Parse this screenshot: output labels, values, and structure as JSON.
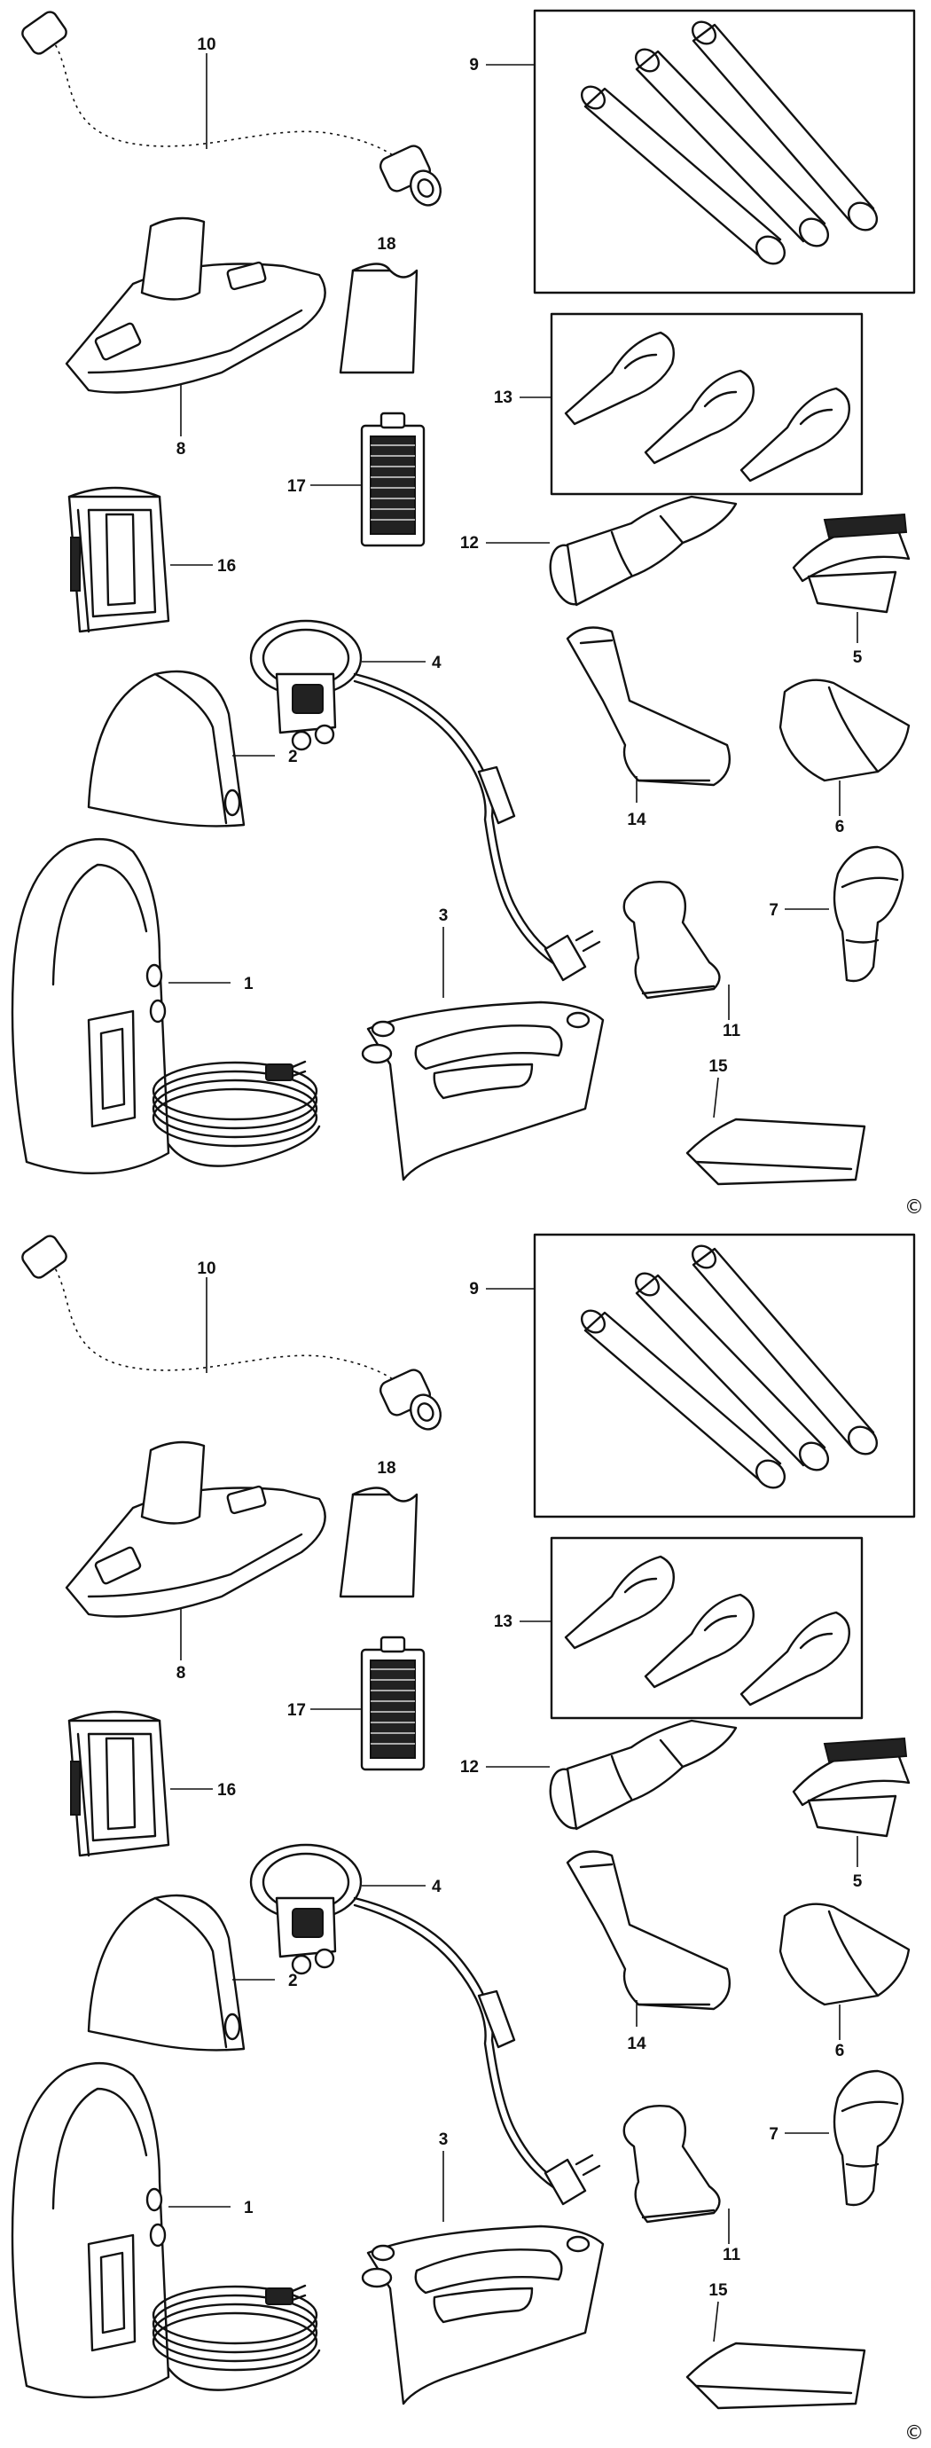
{
  "copyright_symbol": "©",
  "panels": [
    {
      "labels": {
        "p1": "1",
        "p2": "2",
        "p3": "3",
        "p4": "4",
        "p5": "5",
        "p6": "6",
        "p7": "7",
        "p8": "8",
        "p9": "9",
        "p10": "10",
        "p11": "11",
        "p12": "12",
        "p13": "13",
        "p14": "14",
        "p15": "15",
        "p16": "16",
        "p17": "17",
        "p18": "18"
      }
    },
    {
      "labels": {
        "p1": "1",
        "p2": "2",
        "p3": "3",
        "p4": "4",
        "p5": "5",
        "p6": "6",
        "p7": "7",
        "p8": "8",
        "p9": "9",
        "p10": "10",
        "p11": "11",
        "p12": "12",
        "p13": "13",
        "p14": "14",
        "p15": "15",
        "p16": "16",
        "p17": "17",
        "p18": "18"
      }
    }
  ]
}
